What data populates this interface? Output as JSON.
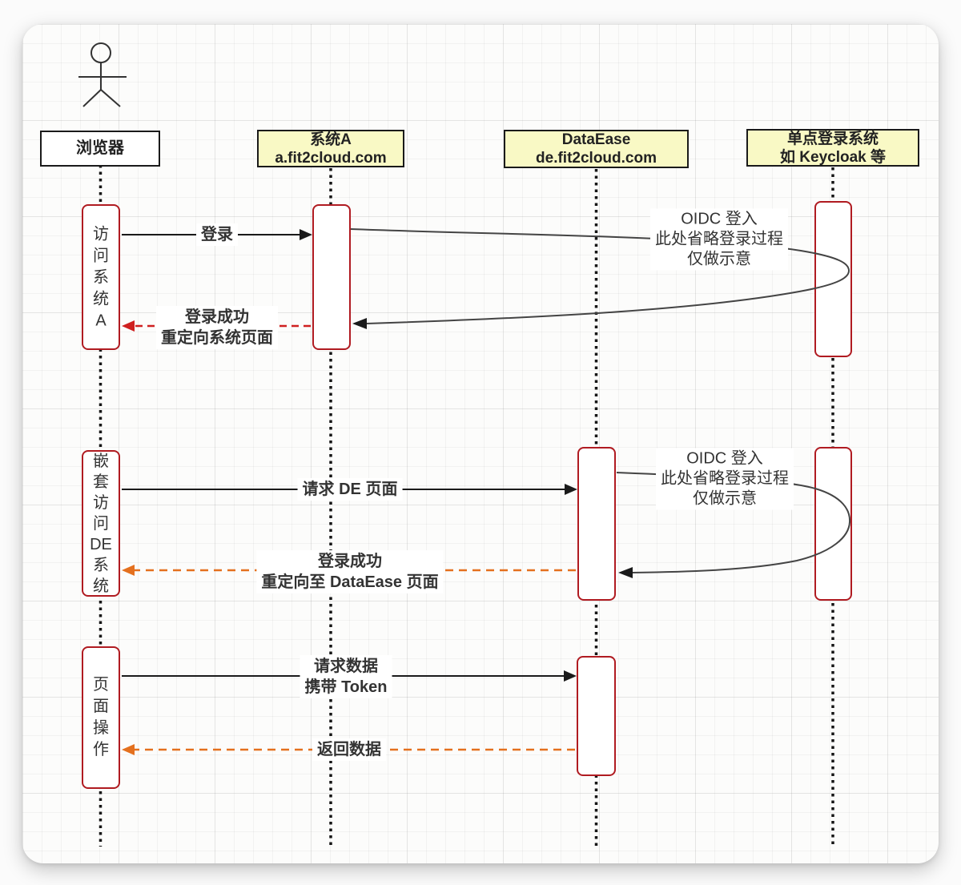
{
  "diagram_type": "uml-sequence-diagram",
  "colors": {
    "participant_yellow_fill": "#f9f9c5",
    "participant_border": "#1a1a1a",
    "activation_border": "#b01b21",
    "solid_arrow": "#1a1a1a",
    "return_arrow_red": "#cf2020",
    "return_arrow_orange": "#e4701e",
    "curve_stroke": "#444444",
    "text": "#333333"
  },
  "actor": {
    "name": "user-actor-figure"
  },
  "participants": [
    {
      "label": "浏览器"
    },
    {
      "label": "系统A\na.fit2cloud.com"
    },
    {
      "label": "DataEase\nde.fit2cloud.com"
    },
    {
      "label": "单点登录系统\n如 Keycloak 等"
    }
  ],
  "activations": [
    {
      "label": "访\n问\n系\n统\nA"
    },
    {
      "label": "嵌\n套\n访\n问\nDE\n系\n统"
    },
    {
      "label": "页\n面\n操\n作"
    }
  ],
  "messages": [
    {
      "id": "login",
      "label": "登录",
      "style": "solid-black"
    },
    {
      "id": "oidc-note-1",
      "label": "OIDC 登入\n此处省略登录过程\n仅做示意",
      "style": "curve-note"
    },
    {
      "id": "login-ok",
      "label": "登录成功\n重定向系统页面",
      "style": "dashed-red-return"
    },
    {
      "id": "request-de-page",
      "label": "请求 DE 页面",
      "style": "solid-black"
    },
    {
      "id": "oidc-note-2",
      "label": "OIDC 登入\n此处省略登录过程\n仅做示意",
      "style": "curve-note"
    },
    {
      "id": "login-ok-de",
      "label": "登录成功\n重定向至 DataEase 页面",
      "style": "dashed-orange-return"
    },
    {
      "id": "request-data",
      "label": "请求数据\n携带 Token",
      "style": "solid-black"
    },
    {
      "id": "return-data",
      "label": "返回数据",
      "style": "dashed-orange-return"
    }
  ]
}
